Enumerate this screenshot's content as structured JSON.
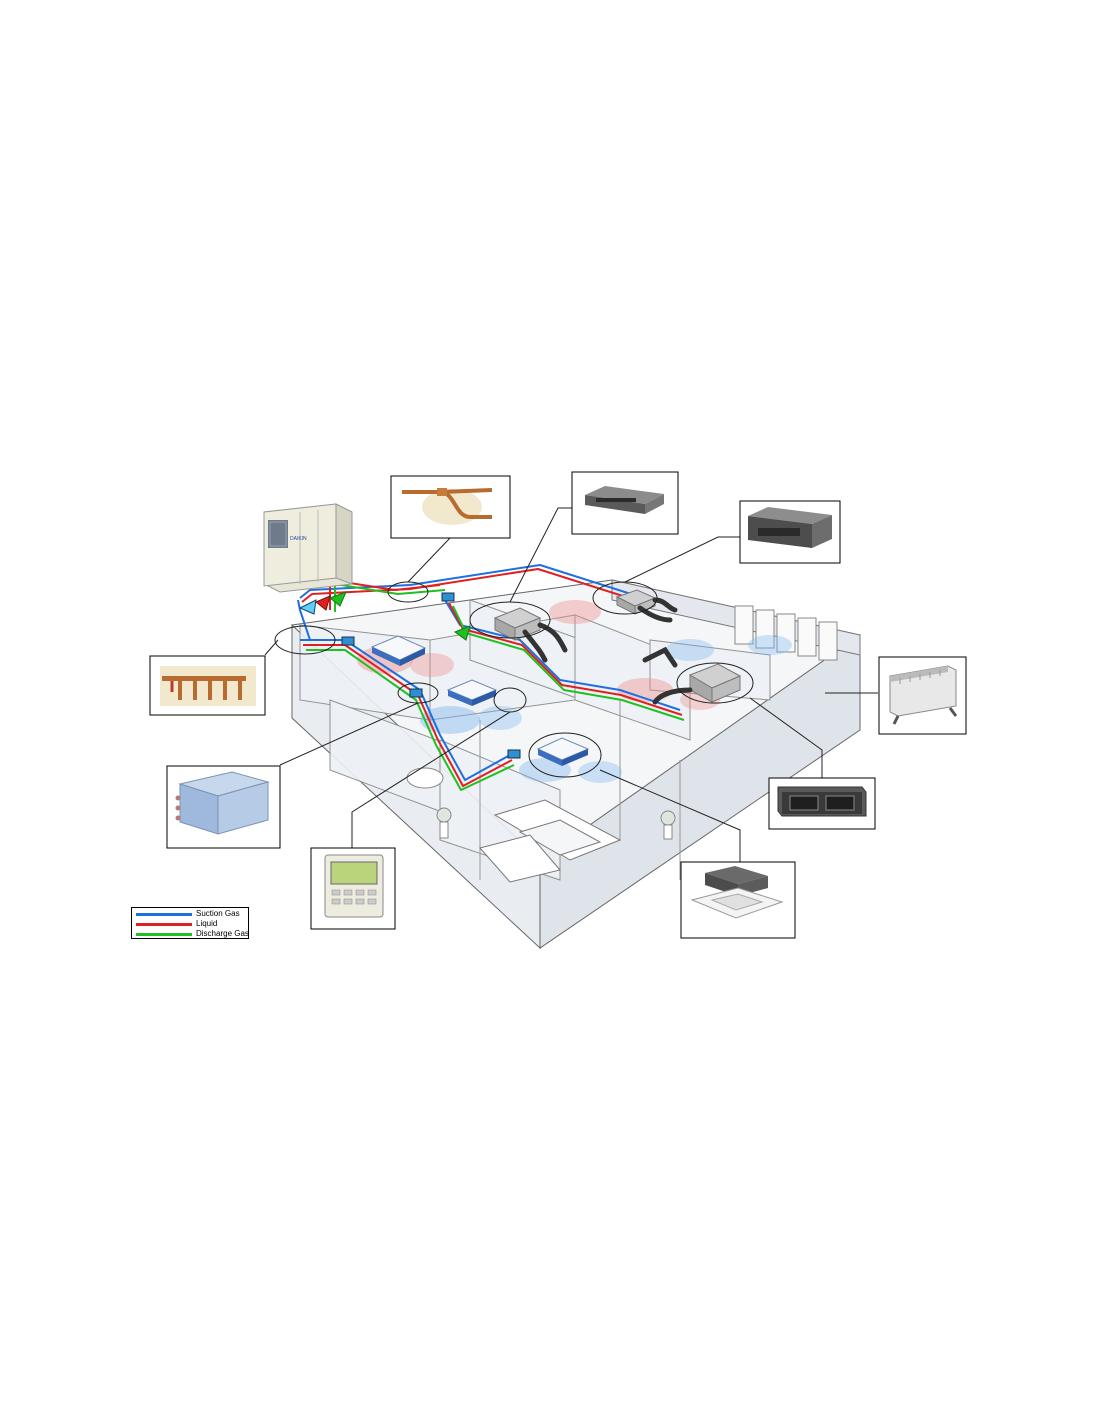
{
  "colors": {
    "suction_gas": "#1e6fe0",
    "liquid": "#e02020",
    "discharge_gas": "#20c020",
    "cool_air": "#7fb6ef",
    "warm_air": "#f08a8a"
  },
  "legend": {
    "items": [
      {
        "label": "Suction Gas",
        "color": "#1e6fe0"
      },
      {
        "label": "Liquid",
        "color": "#e02020"
      },
      {
        "label": "Discharge Gas",
        "color": "#20c020"
      }
    ]
  },
  "diagram": {
    "outdoor_unit_logo": "DAIKIN",
    "callout_icons": [
      "refnet-joint-icon",
      "slim-ducted-unit-icon",
      "ducted-unit-icon",
      "refnet-header-icon",
      "convector-heater-icon",
      "hydrobox-unit-icon",
      "high-static-ducted-unit-icon",
      "remote-controller-icon",
      "cassette-unit-icon"
    ]
  }
}
